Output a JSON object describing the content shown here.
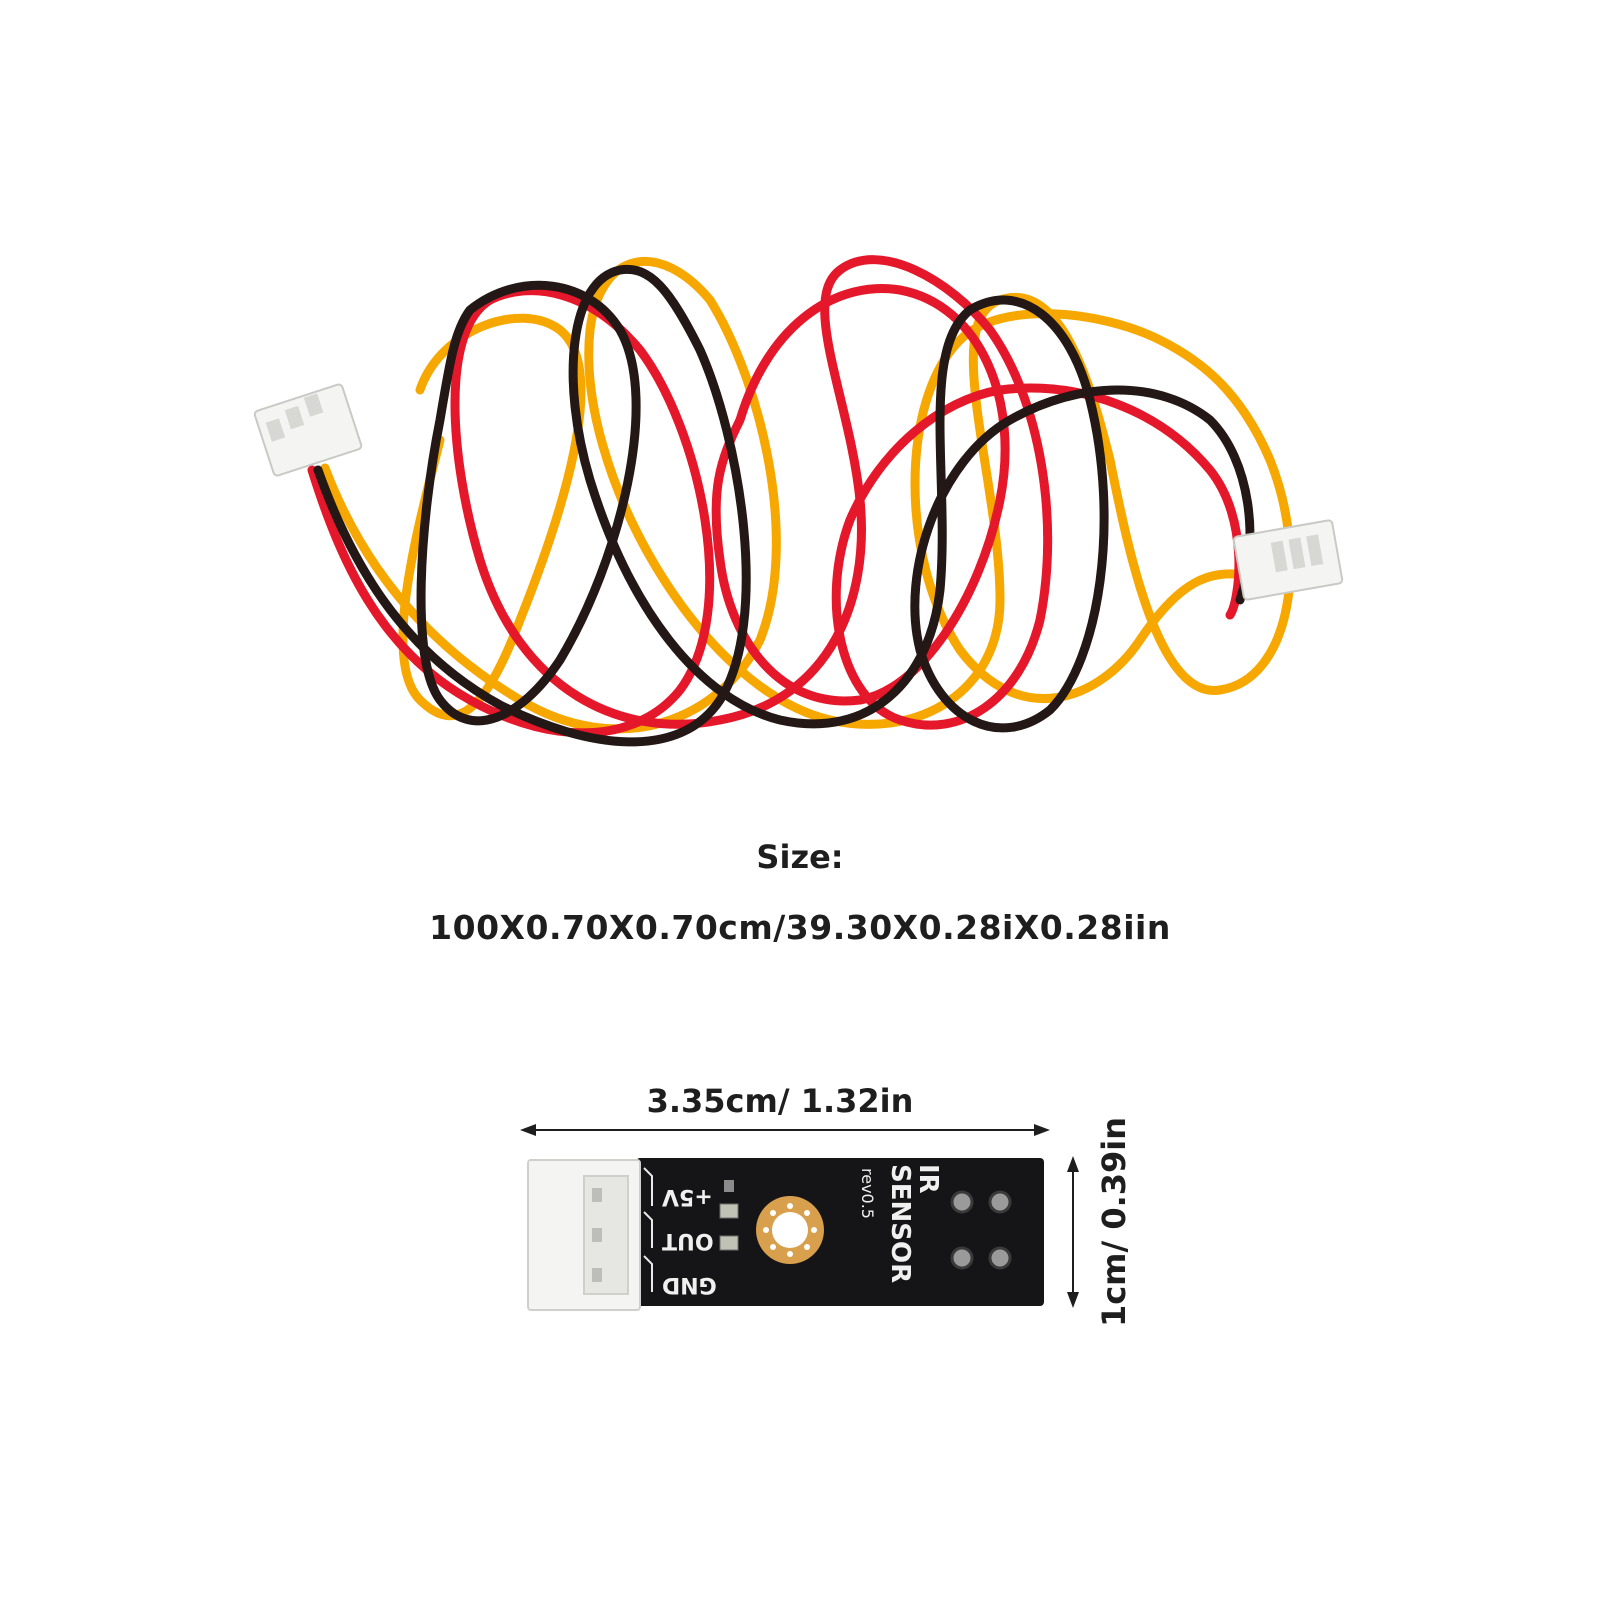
{
  "size": {
    "heading": "Size:",
    "cable_dimensions": "100X0.70X0.70cm/39.30X0.28iX0.28iin"
  },
  "sensor": {
    "width_label": "3.35cm/ 1.32in",
    "height_label": "1cm/ 0.39in",
    "board_title_line1": "IR",
    "board_title_line2": "SENSOR",
    "board_revision": "rev0.5",
    "pin_labels": [
      "+5V",
      "OUT",
      "GND"
    ]
  },
  "colors": {
    "wire_red": "#e5172a",
    "wire_yellow": "#f6a800",
    "wire_black": "#231815",
    "pcb": "#151417",
    "connector": "#f4f4f2"
  }
}
